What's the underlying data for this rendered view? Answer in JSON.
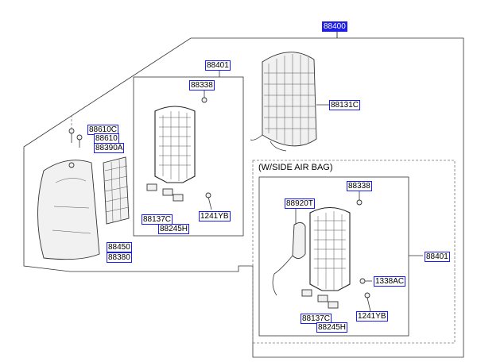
{
  "assembly": {
    "top_part": "88400"
  },
  "labels": {
    "front_frame_assy": "88401",
    "bolt_top_left": "88338",
    "back_pad": "88131C",
    "screw_c": "88610C",
    "screw": "88610",
    "cover": "88390A",
    "lower_part_a": "88137C",
    "lower_part_b": "88245H",
    "bolt_left": "1241YB",
    "trim_clip": "88450",
    "seatback_cover": "88380",
    "airbag_note": "(W/SIDE AIR BAG)",
    "airbag_module": "88920T",
    "bolt_right": "88338",
    "frame_assy_right": "88401",
    "nut": "1338AC",
    "lower_part_a_right": "88137C",
    "bolt_right_lower": "1241YB",
    "lower_part_b_right": "88245H"
  }
}
